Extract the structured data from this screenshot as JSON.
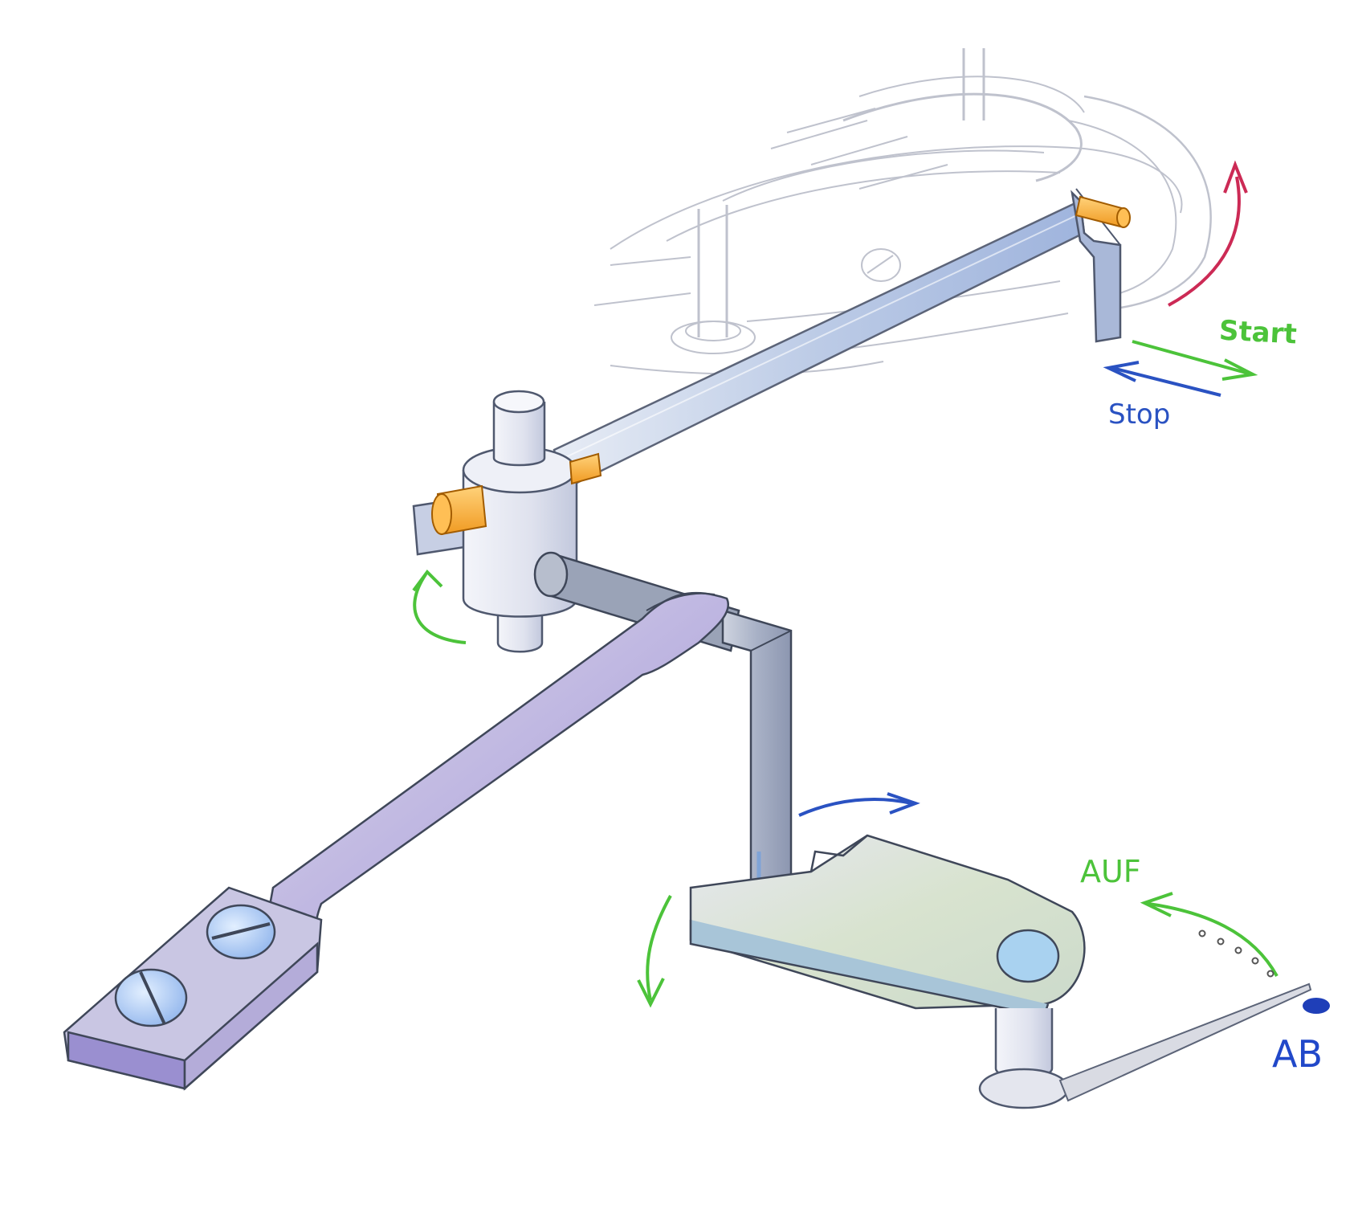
{
  "labels": {
    "start": "Start",
    "stop": "Stop",
    "auf": "AUF",
    "ab": "AB"
  },
  "colors": {
    "start": "#4cc33a",
    "stop": "#2a52c2",
    "rotation": "#cc2a55",
    "pin": "#f4a233",
    "ab_dot": "#1f3fb8"
  }
}
